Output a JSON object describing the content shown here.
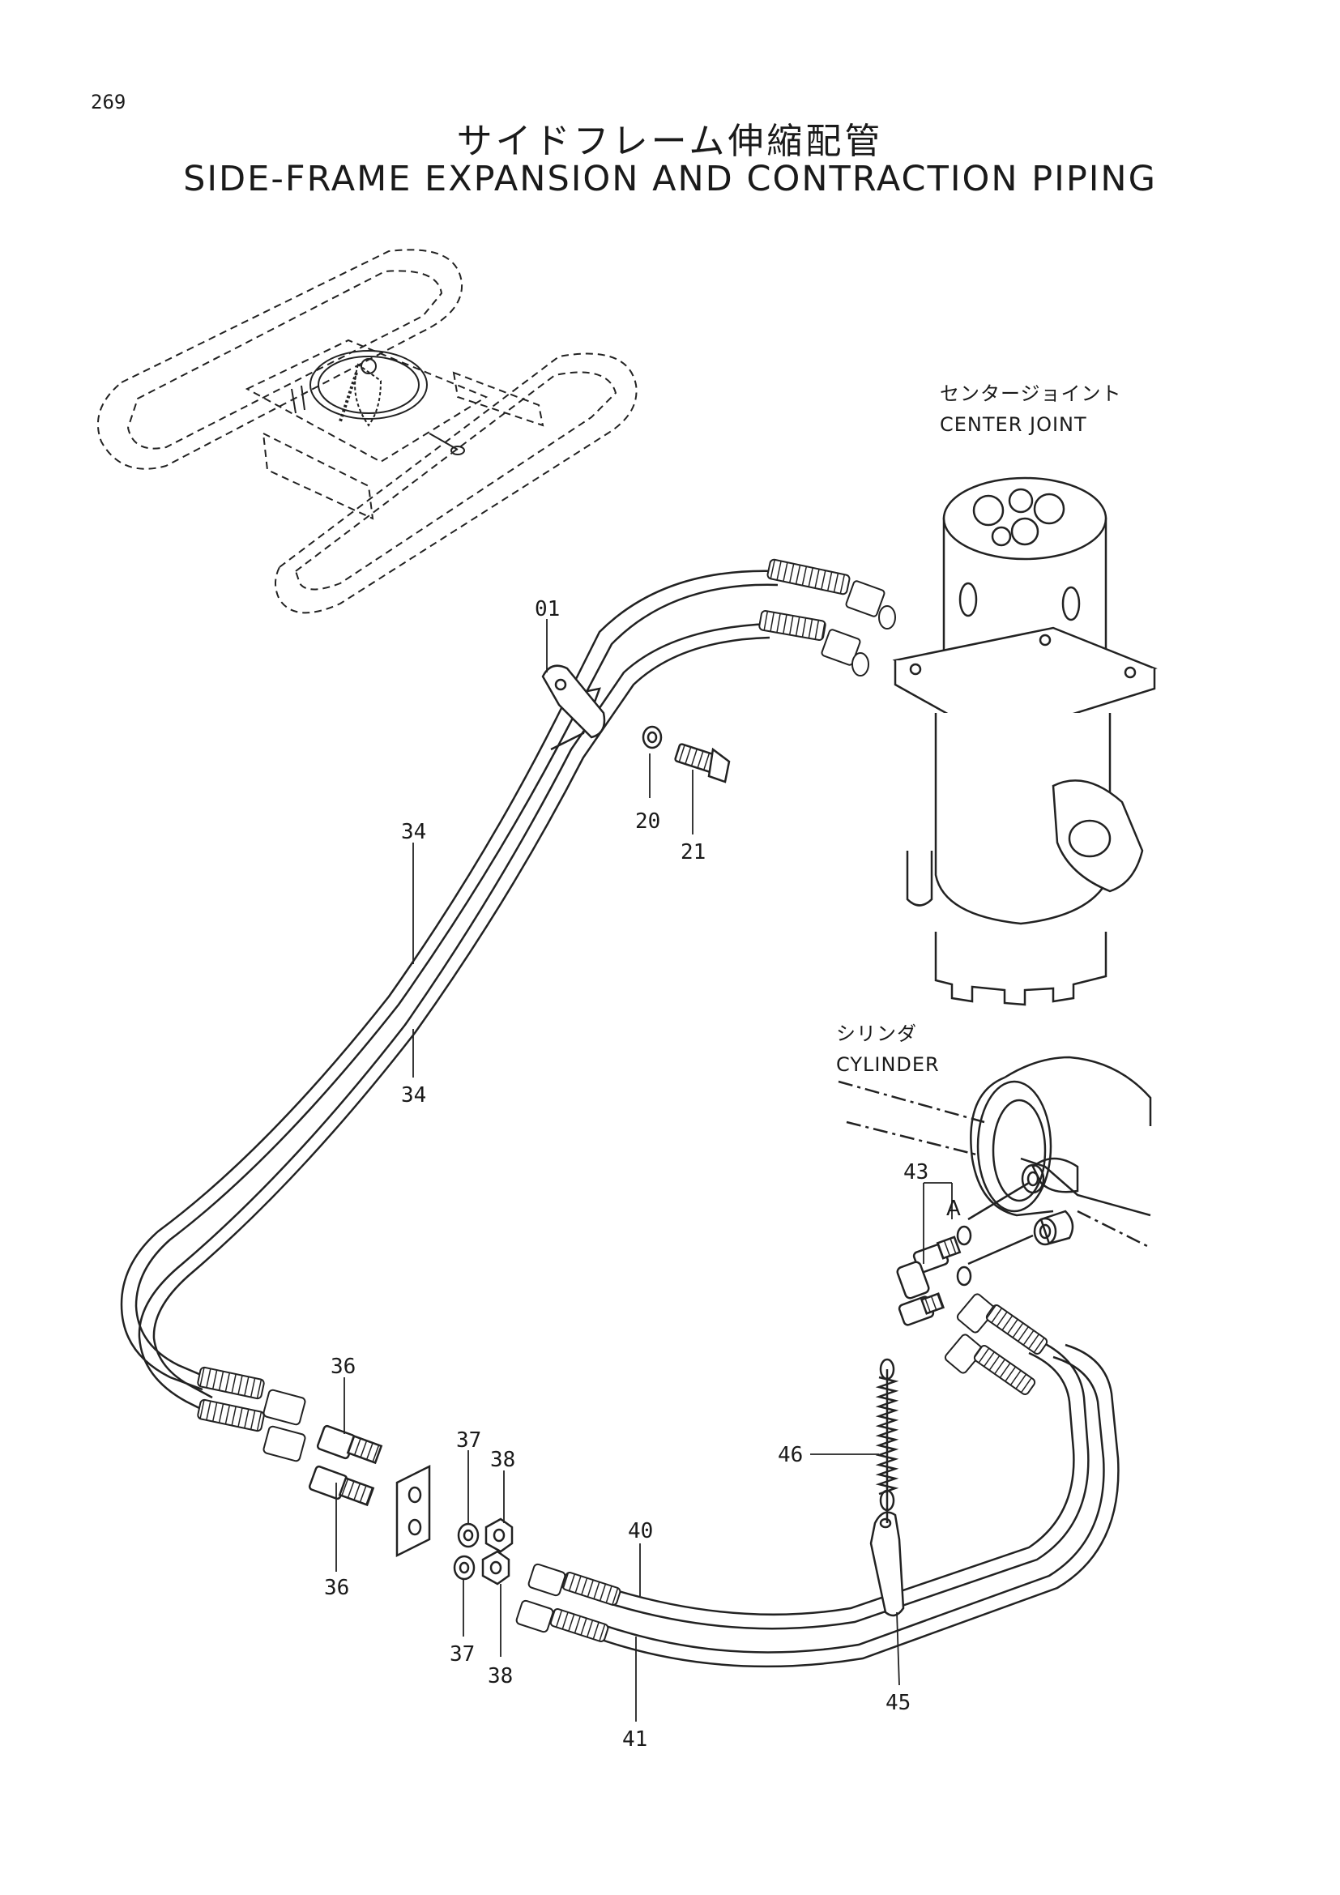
{
  "page": {
    "number": "269",
    "title_jp": "サイドフレーム伸縮配管",
    "title_en": "SIDE-FRAME EXPANSION AND CONTRACTION PIPING"
  },
  "labels": {
    "center_joint_jp": "センタージョイント",
    "center_joint_en": "CENTER JOINT",
    "cylinder_jp": "シリンダ",
    "cylinder_en": "CYLINDER",
    "detail_a": "A"
  },
  "callouts": [
    {
      "ref": "01"
    },
    {
      "ref": "20"
    },
    {
      "ref": "21"
    },
    {
      "ref": "34"
    },
    {
      "ref": "34"
    },
    {
      "ref": "36"
    },
    {
      "ref": "36"
    },
    {
      "ref": "37"
    },
    {
      "ref": "37"
    },
    {
      "ref": "38"
    },
    {
      "ref": "38"
    },
    {
      "ref": "40"
    },
    {
      "ref": "41"
    },
    {
      "ref": "43"
    },
    {
      "ref": "45"
    },
    {
      "ref": "46"
    }
  ]
}
